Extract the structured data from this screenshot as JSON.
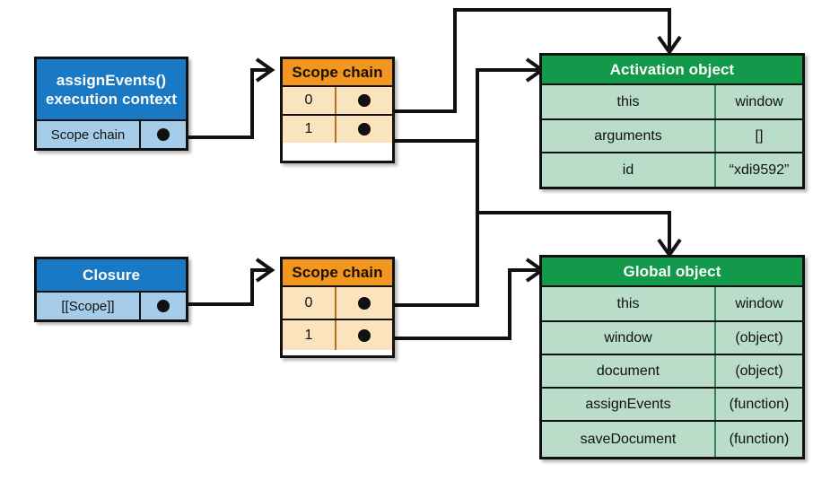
{
  "diagram": {
    "title": "Scope chain / closure memory diagram",
    "colors": {
      "blue_header": "#1a79c4",
      "blue_body": "#a5cdea",
      "orange_header": "#f2961f",
      "orange_body": "#fae3bd",
      "green_header": "#12994a",
      "green_body": "#b9ddc8",
      "line": "#111111",
      "background": "#ffffff"
    },
    "nodes": {
      "execution_context": {
        "header_line1": "assignEvents()",
        "header_line2": "execution context",
        "rows": [
          {
            "key": "Scope chain",
            "value": "pointer-dot"
          }
        ]
      },
      "scope_chain_top": {
        "header": "Scope chain",
        "rows": [
          {
            "key": "0",
            "value": "pointer-dot"
          },
          {
            "key": "1",
            "value": "pointer-dot"
          }
        ]
      },
      "activation_object": {
        "header": "Activation object",
        "rows": [
          {
            "key": "this",
            "value": "window"
          },
          {
            "key": "arguments",
            "value": "[]"
          },
          {
            "key": "id",
            "value": "“xdi9592”"
          }
        ]
      },
      "closure": {
        "header": "Closure",
        "rows": [
          {
            "key": "[[Scope]]",
            "value": "pointer-dot"
          }
        ]
      },
      "scope_chain_bottom": {
        "header": "Scope chain",
        "rows": [
          {
            "key": "0",
            "value": "pointer-dot"
          },
          {
            "key": "1",
            "value": "pointer-dot"
          }
        ]
      },
      "global_object": {
        "header": "Global object",
        "rows": [
          {
            "key": "this",
            "value": "window"
          },
          {
            "key": "window",
            "value": "(object)"
          },
          {
            "key": "document",
            "value": "(object)"
          },
          {
            "key": "assignEvents",
            "value": "(function)"
          },
          {
            "key": "saveDocument",
            "value": "(function)"
          }
        ]
      }
    },
    "edges": [
      {
        "from": "execution_context.Scope chain",
        "to": "scope_chain_top.header"
      },
      {
        "from": "scope_chain_top.0",
        "to": "activation_object.header-top"
      },
      {
        "from": "scope_chain_top.1",
        "to": "global_object.header-top"
      },
      {
        "from": "closure.[[Scope]]",
        "to": "scope_chain_bottom.header"
      },
      {
        "from": "scope_chain_bottom.0",
        "to": "activation_object.header-left"
      },
      {
        "from": "scope_chain_bottom.1",
        "to": "global_object.header-left"
      }
    ]
  }
}
